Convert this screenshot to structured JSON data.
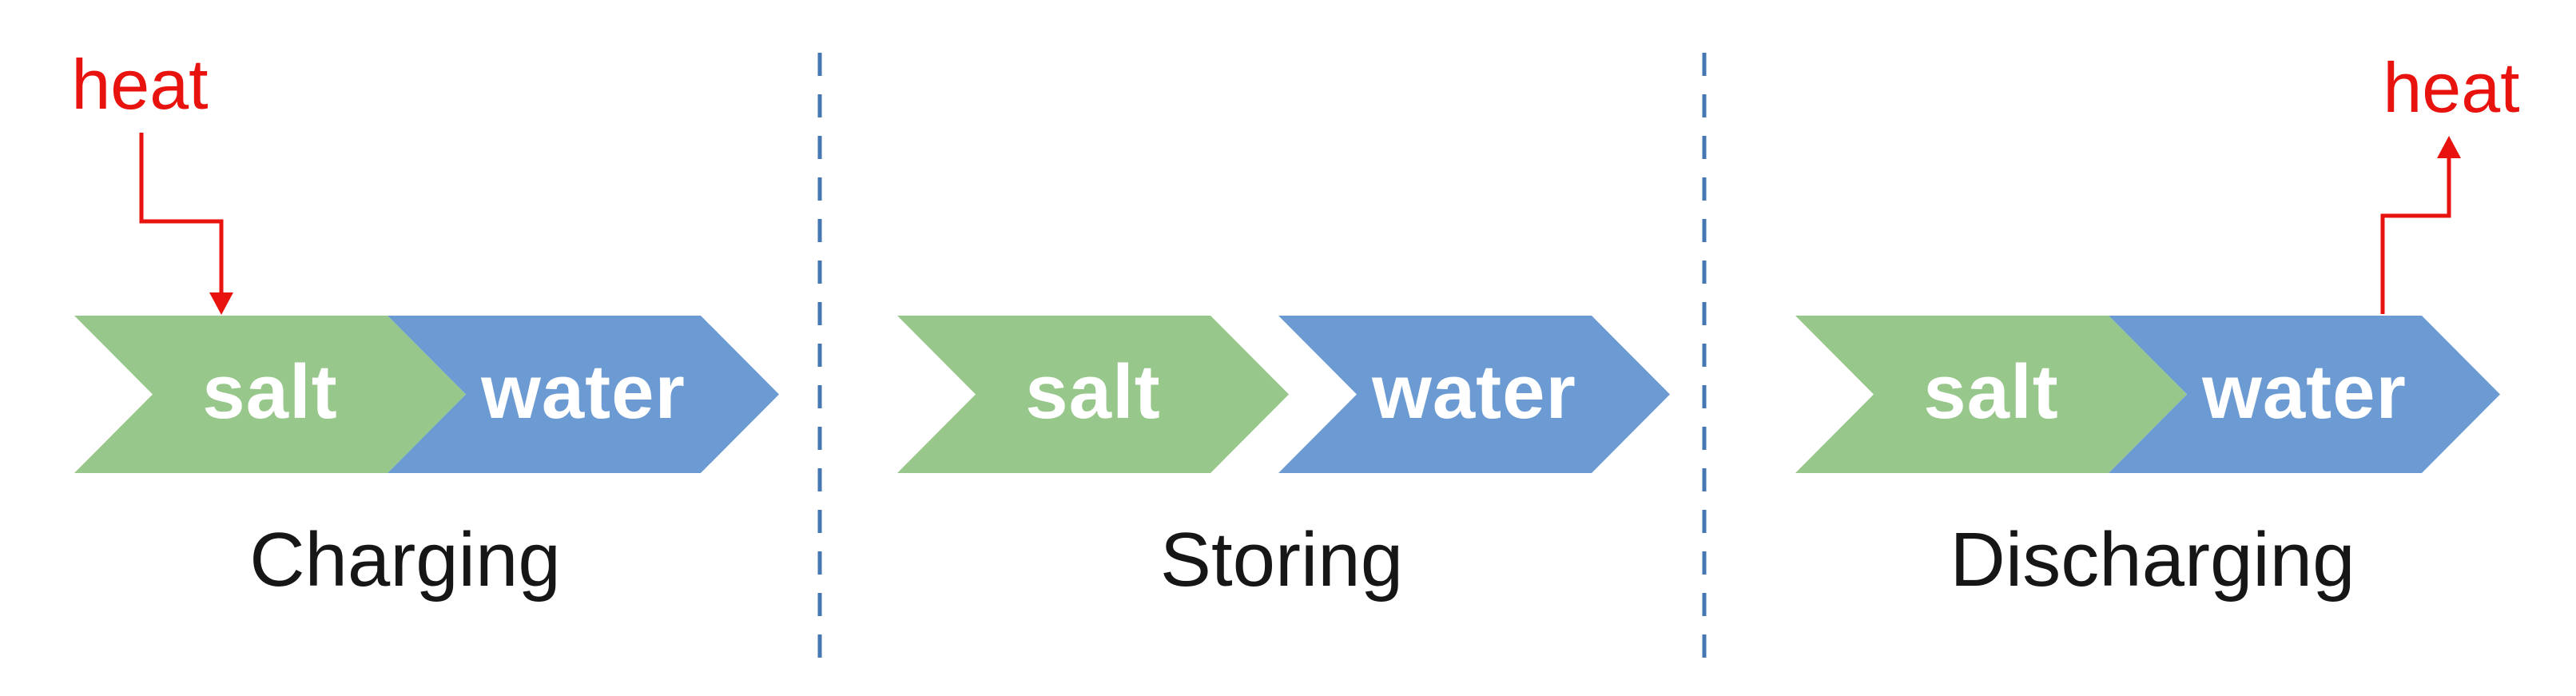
{
  "diagram": {
    "description": "Three-stage thermochemical heat storage process diagram with salt/water chevron arrows",
    "panels": [
      {
        "caption": "Charging",
        "salt_label": "salt",
        "water_label": "water",
        "heat_label": "heat",
        "heat_direction": "into-salt",
        "chevrons_joined": true
      },
      {
        "caption": "Storing",
        "salt_label": "salt",
        "water_label": "water",
        "heat_label": null,
        "chevrons_joined": false
      },
      {
        "caption": "Discharging",
        "salt_label": "salt",
        "water_label": "water",
        "heat_label": "heat",
        "heat_direction": "out-of-water",
        "chevrons_joined": true
      }
    ],
    "colors": {
      "salt_green": "#97C78A",
      "water_blue": "#6B9BD2",
      "heat_red": "#E8120E",
      "separator_blue": "#4577B3",
      "caption_black": "#161616",
      "chevron_text_white": "#FFFFFF",
      "background": "#FFFFFF"
    }
  }
}
